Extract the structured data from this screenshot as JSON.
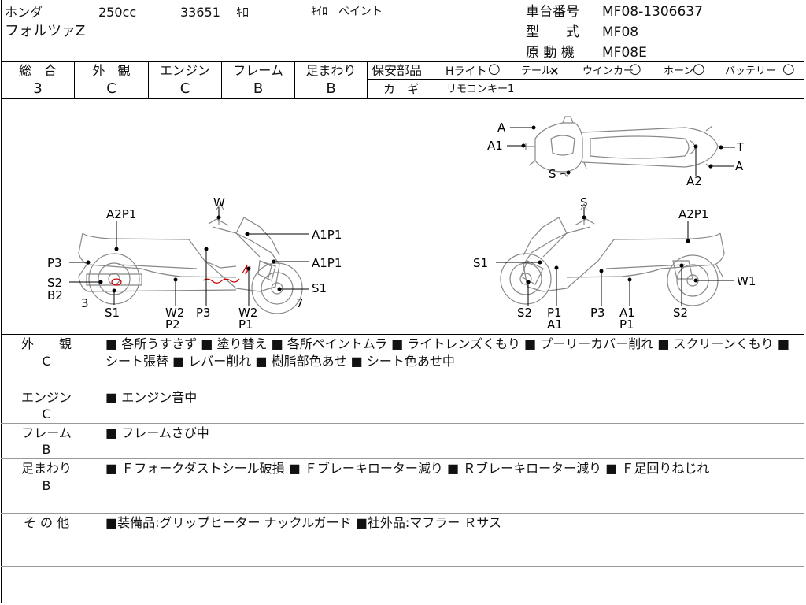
{
  "header": {
    "maker": "ホンダ",
    "displacement": "250cc",
    "mileage": "33651",
    "mileage_unit": "ｷﾛ",
    "mileage_note": "ｷｲﾛ　ペイント",
    "model_name": "フォルツァZ",
    "frame_no_label": "車台番号",
    "frame_no": "MF08-1306637",
    "type_label": "型　　式",
    "type_value": "MF08",
    "engine_label": "原 動 機",
    "engine_value": "MF08E"
  },
  "grades": [
    {
      "label": "総　合",
      "value": "3"
    },
    {
      "label": "外　観",
      "value": "C"
    },
    {
      "label": "エンジン",
      "value": "C"
    },
    {
      "label": "フレーム",
      "value": "B"
    },
    {
      "label": "足まわり",
      "value": "B"
    }
  ],
  "safety": {
    "label": "保安部品",
    "headlight": "Hライト",
    "headlight_mark": "○",
    "tail": "テール",
    "tail_mark": "×",
    "winker": "ウインカー",
    "winker_mark": "○",
    "horn": "ホーン",
    "horn_mark": "○",
    "battery": "バッテリー",
    "battery_mark": "○",
    "key_label": "カ　ギ",
    "key_value": "リモコンキー1"
  },
  "diagram": {
    "top": {
      "a_top": "A",
      "a1": "A1",
      "s": "S",
      "t": "T",
      "a_right": "A",
      "a2": "A2"
    },
    "left": {
      "w": "W",
      "a2p1": "A2P1",
      "a1p1_top": "A1P1",
      "a1p1_mid": "A1P1",
      "p3": "P3",
      "s2": "S2",
      "b2": "B2",
      "three": "3",
      "s1_front": "S1",
      "s1_low": "S1",
      "w2p2": "W2",
      "p2": "P2",
      "p3_low": "P3",
      "w2p1": "W2",
      "p1": "P1",
      "seven": "7"
    },
    "right": {
      "s": "S",
      "a2p1": "A2P1",
      "s1": "S1",
      "w1": "W1",
      "s2_l": "S2",
      "p1": "P1",
      "a1": "A1",
      "p3": "P3",
      "a1_b": "A1",
      "p1_b": "P1",
      "s2_r": "S2"
    }
  },
  "sections": [
    {
      "label": "外　　観",
      "grade": "C",
      "text": "■ 各所うすきず ■ 塗り替え ■ 各所ペイントムラ ■ ライトレンズくもり ■ プーリーカバー削れ ■ スクリーンくもり ■ シート張替 ■ レバー削れ ■ 樹脂部色あせ ■ シート色あせ中"
    },
    {
      "label": "エンジン",
      "grade": "C",
      "text": "■ エンジン音中"
    },
    {
      "label": "フレーム",
      "grade": "B",
      "text": "■ フレームさび中"
    },
    {
      "label": "足まわり",
      "grade": "B",
      "text": "■ Ｆフォークダストシール破損 ■ Ｆブレーキローター減り ■ Ｒブレーキローター減り ■ Ｆ足回りねじれ"
    },
    {
      "label": "そ の 他",
      "grade": "",
      "text": "■装備品:グリップヒーター ナックルガード ■社外品:マフラー Ｒサス"
    }
  ]
}
